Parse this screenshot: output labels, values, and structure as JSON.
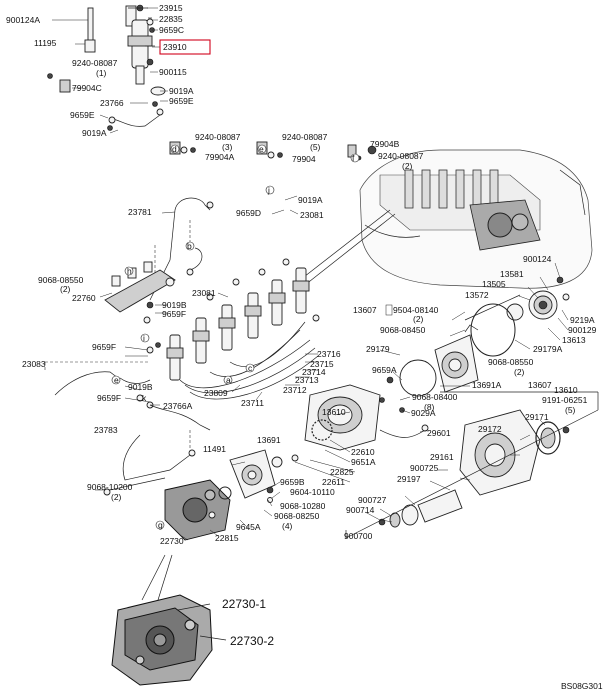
{
  "diagram": {
    "part_numbers": {
      "p900124A": "900124A",
      "p23915": "23915",
      "p22835": "22835",
      "p9659C": "9659C",
      "p11195": "11195",
      "p23910": "23910",
      "p9240_08087a": "9240-08087",
      "p_1": "(1)",
      "p900115": "900115",
      "p79904C": "79904C",
      "p9019A_a": "9019A",
      "p9659E_a": "9659E",
      "p23766": "23766",
      "p9659E_b": "9659E",
      "p9019A_b": "9019A",
      "p9240_08087b": "9240-08087",
      "p_3": "(3)",
      "p79904A": "79904A",
      "p9240_08087c": "9240-08087",
      "p_5": "(5)",
      "p79904": "79904",
      "p79904B": "79904B",
      "p9240_08087d": "9240-08087",
      "p_2a": "(2)",
      "p23781": "23781",
      "p9019A_c": "9019A",
      "p9659D": "9659D",
      "p23081a": "23081",
      "p9068_08550a": "9068-08550",
      "p_2b": "(2)",
      "p22760": "22760",
      "p23081b": "23081",
      "p9019B_a": "9019B",
      "p9659F_a": "9659F",
      "p9659F_b": "9659F",
      "p23083": "23083",
      "p9019B_b": "9019B",
      "p9659F_c": "9659F",
      "p23766A": "23766A",
      "p23809": "23809",
      "p23711": "23711",
      "p23712": "23712",
      "p23713": "23713",
      "p23714": "23714",
      "p23715": "23715",
      "p23716": "23716",
      "p900124": "900124",
      "p13581": "13581",
      "p13505": "13505",
      "p13572": "13572",
      "p13607a": "13607",
      "p9504_08140": "9504-08140",
      "p_2c": "(2)",
      "p9068_08450": "9068-08450",
      "p9219A": "9219A",
      "p900129": "900129",
      "p13613": "13613",
      "p29179A": "29179A",
      "p29179": "29179",
      "p9068_08550b": "9068-08550",
      "p_2d": "(2)",
      "p9659A": "9659A",
      "p13691A": "13691A",
      "p13607b": "13607",
      "p9068_08400": "9068-08400",
      "p_8": "(8)",
      "p9029A": "9029A",
      "p13610a": "13610",
      "p13610b": "13610",
      "p9191_06251": "9191-06251",
      "p_5b": "(5)",
      "p29171": "29171",
      "p23783": "23783",
      "p11491": "11491",
      "p13691": "13691",
      "p22610": "22610",
      "p9651A": "9651A",
      "p22825": "22825",
      "p22611": "22611",
      "p29601": "29601",
      "p29172": "29172",
      "p29161": "29161",
      "p900725": "900725",
      "p9659B": "9659B",
      "p9604_10110": "9604-10110",
      "p9068_10280": "9068-10280",
      "p9068_08250": "9068-08250",
      "p_4": "(4)",
      "p9068_10200": "9068-10200",
      "p_2e": "(2)",
      "p9645A": "9645A",
      "p22815": "22815",
      "p22730": "22730",
      "p900727": "900727",
      "p900714": "900714",
      "p29197": "29197",
      "p900700": "900700",
      "p22730_1": "22730-1",
      "p22730_2": "22730-2",
      "ref_a": "a",
      "ref_b": "b",
      "ref_c": "c",
      "ref_d": "d",
      "ref_e": "e",
      "ref_f": "f",
      "ref_g": "g",
      "ref_h": "h",
      "ref_i": "i",
      "ref_j": "j",
      "ref_k": "k"
    },
    "drawing_code": "BS08G301",
    "highlight": {
      "label": "23910",
      "color": "#d0021b"
    }
  }
}
